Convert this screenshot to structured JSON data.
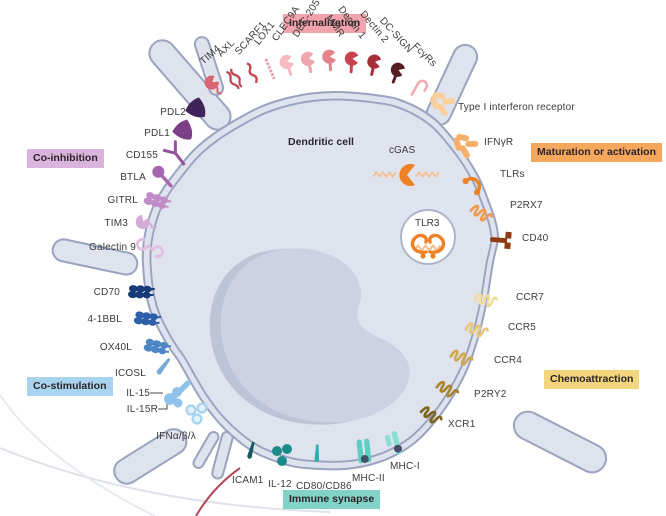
{
  "figure": {
    "cell_label": "Dendritic cell"
  },
  "decor": {
    "swoosh_gray": "#dfe2ea",
    "swoosh_red": "#b5475a",
    "membrane": "#9aa3bf",
    "cell_fill": "#dfe3ee",
    "cytoplasm": "#f3f4f9",
    "nucleus": "#cdd2e2",
    "nucleus_shadow": "#bdc4d8",
    "vesicle_stroke": "#adb5ca",
    "dna_tint": "#f5bd8d",
    "peptide_dot": "#44506b"
  },
  "categories": {
    "internalization": {
      "label": "Internalization",
      "header_bg": "#f2a3ac",
      "receptors": [
        {
          "name": "TIM4",
          "color": "#d86570"
        },
        {
          "name": "AXL",
          "color": "#bf4350"
        },
        {
          "name": "SCARF1",
          "color": "#c24551"
        },
        {
          "name": "LOX1",
          "color": "#eb9ba4"
        },
        {
          "name": "CLEC9A",
          "color": "#f4bcc1"
        },
        {
          "name": "DEC-205",
          "color": "#efa6ad"
        },
        {
          "name": "MMR",
          "color": "#e4838c"
        },
        {
          "name": "Dectin 1",
          "color": "#c8434f"
        },
        {
          "name": "Dectin 2",
          "color": "#a62f3a"
        },
        {
          "name": "DC-SIGN",
          "color": "#571d24"
        },
        {
          "name": "FcγRs",
          "color": "#f2a8b1"
        }
      ]
    },
    "co_inhibition": {
      "label": "Co-inhibition",
      "header_bg": "#d9b4dd",
      "receptors": [
        {
          "name": "PDL2",
          "color": "#3f2459"
        },
        {
          "name": "PDL1",
          "color": "#7c3f87"
        },
        {
          "name": "CD155",
          "color": "#94519d"
        },
        {
          "name": "BTLA",
          "color": "#a667ae"
        },
        {
          "name": "GITRL",
          "color": "#c08cc6"
        },
        {
          "name": "TIM3",
          "color": "#d3aad8"
        },
        {
          "name": "Galectin 9",
          "color": "#e0c0e4"
        }
      ]
    },
    "co_stimulation": {
      "label": "Co-stimulation",
      "header_bg": "#a9d4f0",
      "receptors": [
        {
          "name": "CD70",
          "color": "#173a78"
        },
        {
          "name": "4-1BBL",
          "color": "#2c5fa8"
        },
        {
          "name": "OX40L",
          "color": "#4f87c6"
        },
        {
          "name": "ICOSL",
          "color": "#76aad9"
        },
        {
          "name": "IL-15",
          "color": "#8fc2ea"
        },
        {
          "name": "IL-15R",
          "color": "#8fc2ea"
        },
        {
          "name": "IFNα/β/λ",
          "color": "#a8d4f2"
        }
      ]
    },
    "maturation": {
      "label": "Maturation or activation",
      "header_bg": "#f6a75c",
      "receptors": [
        {
          "name": "Type I interferon receptor",
          "color": "#f9cf9e"
        },
        {
          "name": "IFNγR",
          "color": "#f7b06b"
        },
        {
          "name": "TLRs",
          "color": "#ee8126"
        },
        {
          "name": "P2RX7",
          "color": "#f19a4f"
        },
        {
          "name": "CD40",
          "color": "#8c3c10"
        }
      ],
      "intracellular": [
        {
          "name": "cGAS",
          "color": "#ee8126"
        },
        {
          "name": "TLR3",
          "color": "#ee8126"
        }
      ]
    },
    "chemoattraction": {
      "label": "Chemoattraction",
      "header_bg": "#f3d57d",
      "receptors": [
        {
          "name": "CCR7",
          "color": "#f3dc9a"
        },
        {
          "name": "CCR5",
          "color": "#e7c776"
        },
        {
          "name": "CCR4",
          "color": "#cfa94e"
        },
        {
          "name": "P2RY2",
          "color": "#a9852f"
        },
        {
          "name": "XCR1",
          "color": "#7c651c"
        }
      ]
    },
    "immune_synapse": {
      "label": "Immune synapse",
      "header_bg": "#82d3c7",
      "receptors": [
        {
          "name": "ICAM1",
          "color": "#175a60"
        },
        {
          "name": "IL-12",
          "color": "#1c8b8b"
        },
        {
          "name": "CD80/CD86",
          "color": "#2fb0b0"
        },
        {
          "name": "MHC-II",
          "color": "#5ecec3"
        },
        {
          "name": "MHC-I",
          "color": "#8adfd5"
        }
      ]
    }
  }
}
